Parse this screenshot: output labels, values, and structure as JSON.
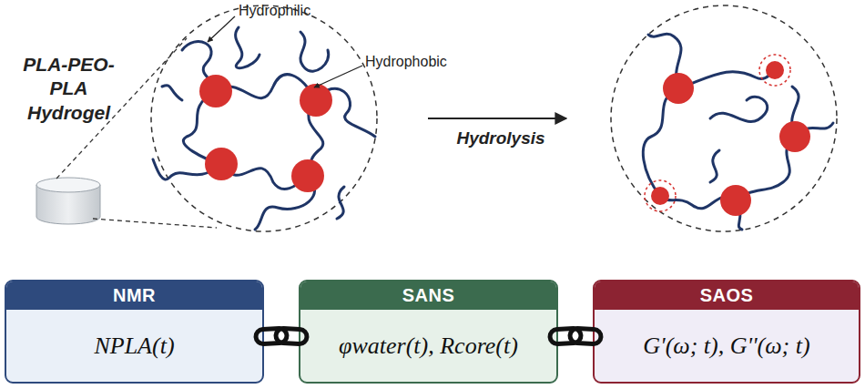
{
  "diagram": {
    "nodes": [
      {
        "text": [
          "NMR",
          "NPLA(t)"
        ]
      },
      {
        "text": [
          "SANS",
          "φwater(t), Rcore(t)"
        ]
      },
      {
        "text": [
          "SAOS",
          "G'(ω; t), G''(ω; t)"
        ]
      }
    ],
    "edges": [
      {
        "from": 0,
        "to": 1,
        "arrow": "none"
      },
      {
        "from": 1,
        "to": 2,
        "arrow": "none"
      }
    ],
    "labels": [
      "PLA-PEO-PLA Hydrogel",
      "Hydrophilic",
      "Hydrophobic",
      "Hydrolysis"
    ]
  }
}
